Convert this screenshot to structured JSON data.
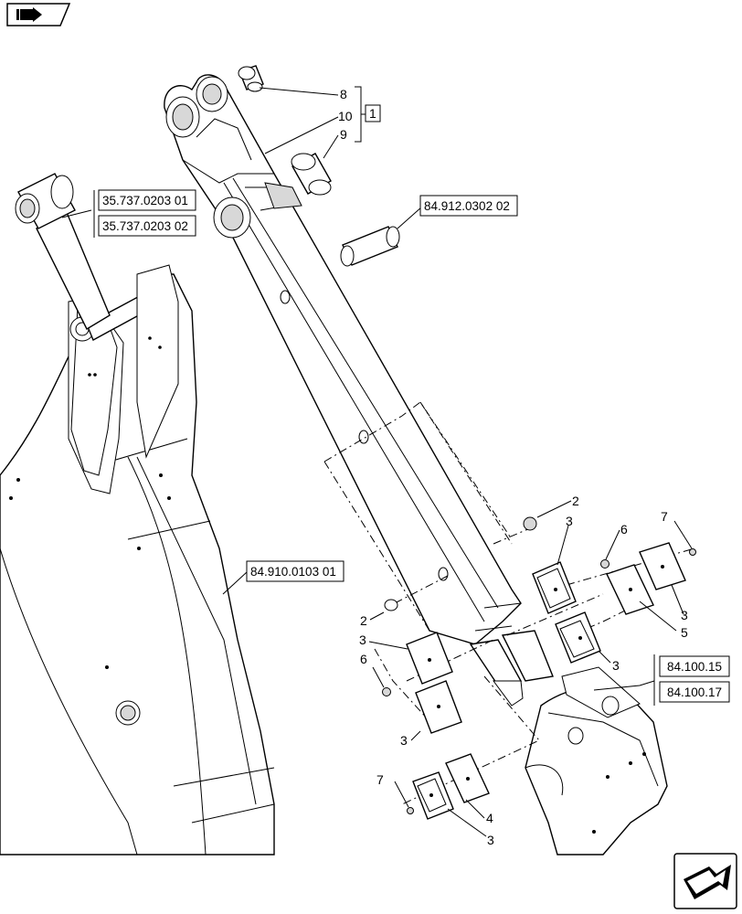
{
  "callouts": {
    "c1": "1",
    "c2a": "2",
    "c2b": "2",
    "c3a": "3",
    "c3b": "3",
    "c3c": "3",
    "c3d": "3",
    "c3e": "3",
    "c3f": "3",
    "c4": "4",
    "c5": "5",
    "c6a": "6",
    "c6b": "6",
    "c7a": "7",
    "c7b": "7",
    "c8": "8",
    "c9": "9",
    "c10": "10"
  },
  "references": {
    "r1": "35.737.0203 01",
    "r2": "35.737.0203 02",
    "r3": "84.912.0302 02",
    "r4": "84.910.0103 01",
    "r5": "84.100.15",
    "r6": "84.100.17"
  },
  "icons": {
    "top_left": "page-icon",
    "bottom_right": "next-arrow-icon"
  }
}
